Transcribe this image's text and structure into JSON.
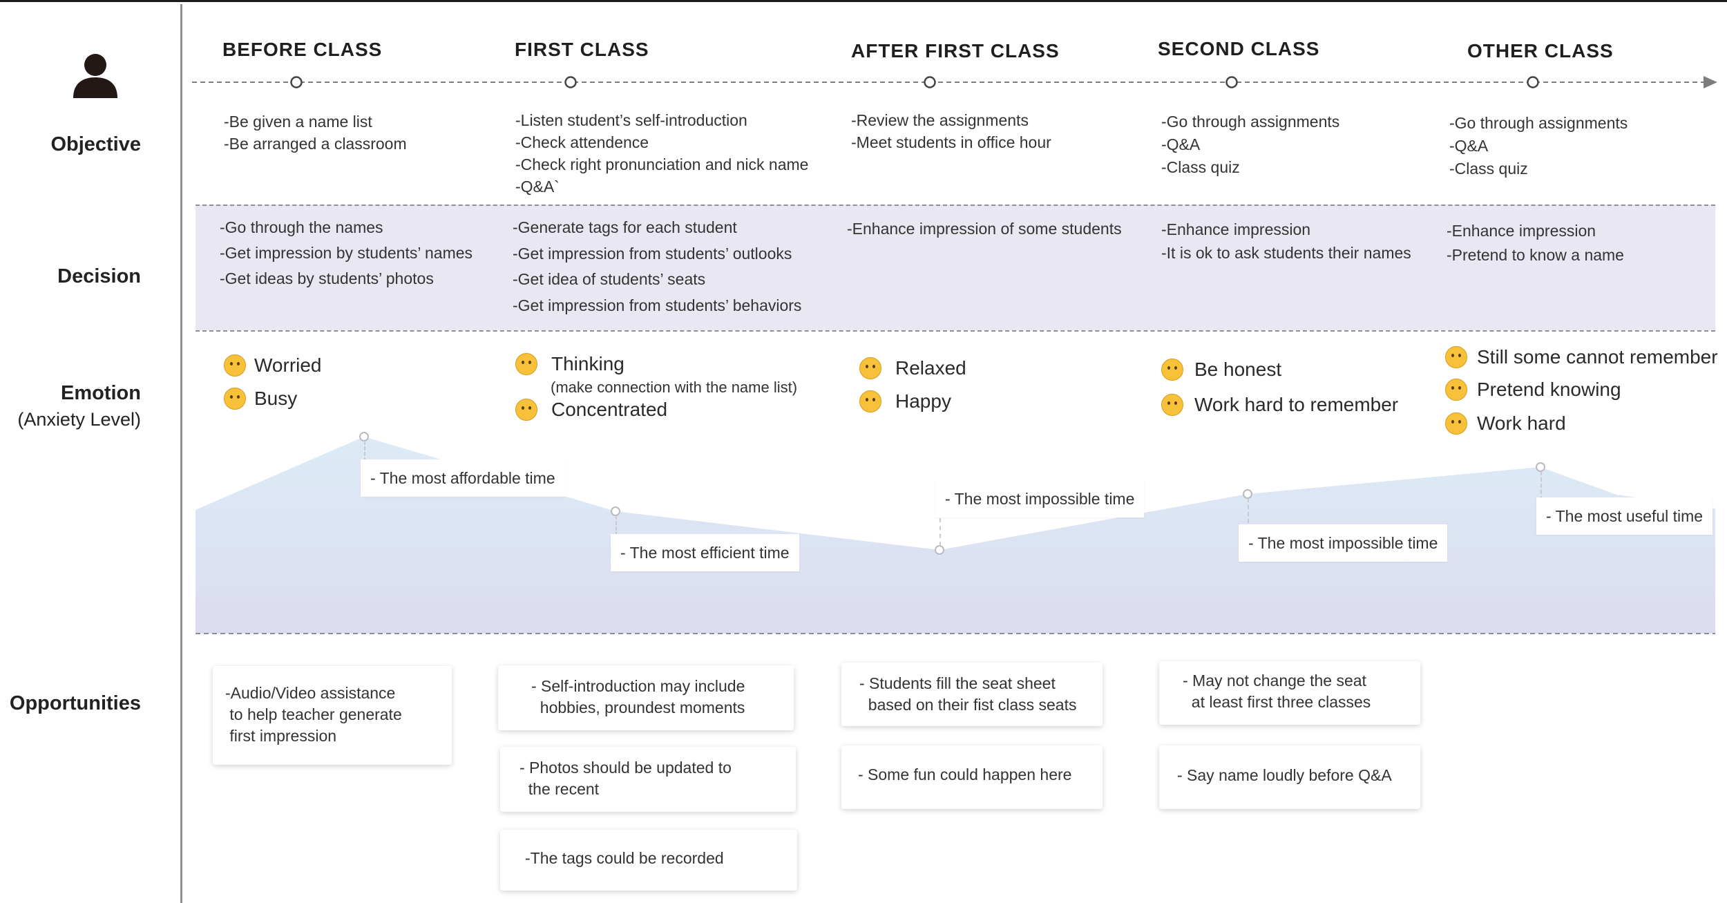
{
  "rows": {
    "objective": "Objective",
    "decision": "Decision",
    "emotion": "Emotion",
    "emotion_sub": "(Anxiety Level)",
    "opportunities": "Opportunities"
  },
  "stages": [
    {
      "title": "BEFORE CLASS",
      "objectives": [
        "-Be given a name list",
        "-Be arranged a classroom"
      ],
      "decisions": [
        "-Go through the names",
        "-Get impression by students’ names",
        "-Get ideas by students’ photos"
      ],
      "emotions": [
        {
          "icon": "worried-face-icon",
          "text": "Worried"
        },
        {
          "icon": "dizzy-face-icon",
          "text": "Busy"
        }
      ],
      "callout": "- The most affordable time",
      "opportunities": [
        [
          "-Audio/Video assistance",
          " to help teacher generate",
          " first impression"
        ]
      ]
    },
    {
      "title": "FIRST CLASS",
      "objectives": [
        "-Listen student’s self-introduction",
        "-Check attendence",
        "-Check right pronunciation and nick name",
        "-Q&A`"
      ],
      "decisions": [
        "-Generate tags for each student",
        "-Get impression from students’ outlooks",
        "-Get idea of students’ seats",
        "-Get impression from students’ behaviors"
      ],
      "emotions": [
        {
          "icon": "thinking-face-icon",
          "text": "Thinking"
        },
        {
          "icon": "nerd-face-icon",
          "text": "Concentrated"
        }
      ],
      "emotion_note": "(make connection with the name list)",
      "callout": "- The most efficient time",
      "opportunities": [
        [
          "- Self-introduction may include",
          "  hobbies, proundest moments"
        ],
        [
          "- Photos should be updated to",
          "  the recent"
        ],
        [
          "-The tags could be recorded"
        ]
      ]
    },
    {
      "title": "AFTER FIRST CLASS",
      "objectives": [
        "-Review the assignments",
        "-Meet students in office hour"
      ],
      "decisions": [
        "-Enhance impression of some students"
      ],
      "emotions": [
        {
          "icon": "smiling-face-icon",
          "text": "Relaxed"
        },
        {
          "icon": "relieved-face-icon",
          "text": "Happy"
        }
      ],
      "callout": "- The most impossible time",
      "opportunities": [
        [
          "- Students fill the seat sheet",
          "  based on their fist class seats"
        ],
        [
          "- Some fun could happen here"
        ]
      ]
    },
    {
      "title": "SECOND CLASS",
      "objectives": [
        "-Go through assignments",
        "-Q&A",
        "-Class quiz"
      ],
      "decisions": [
        "-Enhance impression",
        "-It is ok to ask students their names"
      ],
      "emotions": [
        {
          "icon": "sweat-smile-face-icon",
          "text": "Be honest"
        },
        {
          "icon": "nerd-face-icon",
          "text": "Work hard to remember"
        }
      ],
      "callout": "- The most impossible time",
      "opportunities": [
        [
          "- May not change the seat",
          "  at least first three classes"
        ],
        [
          "- Say name loudly before Q&A"
        ]
      ]
    },
    {
      "title": "OTHER CLASS",
      "objectives": [
        "-Go through assignments",
        "-Q&A",
        "-Class quiz"
      ],
      "decisions": [
        "-Enhance impression",
        "-Pretend to know a name"
      ],
      "emotions": [
        {
          "icon": "fearful-face-icon",
          "text": "Still some cannot remember"
        },
        {
          "icon": "flushed-face-icon",
          "text": "Pretend knowing"
        },
        {
          "icon": "nerd-face-icon",
          "text": "Work hard"
        }
      ],
      "callout": "- The most useful time",
      "opportunities": []
    }
  ],
  "colors": {
    "band": "#e9e7f1",
    "curve_top": "#dcebf6",
    "curve_bottom": "#dcdcef",
    "emoji": "#f7c23a"
  }
}
